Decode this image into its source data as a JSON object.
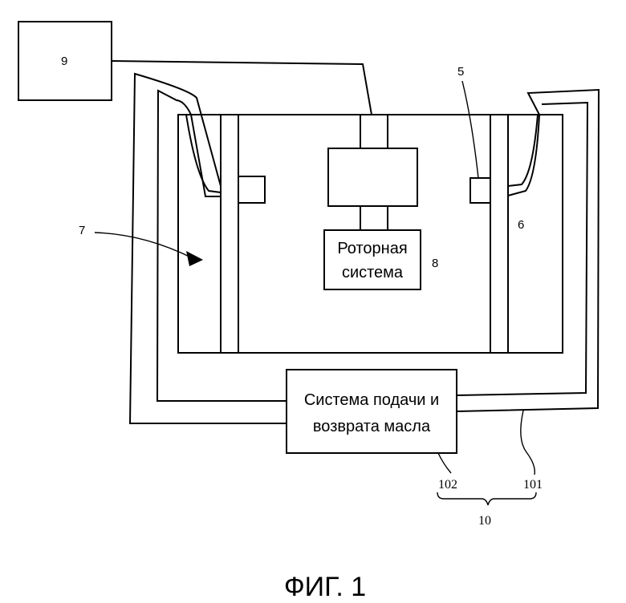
{
  "diagram": {
    "labels": {
      "control_unit": "9",
      "bearing_sleeve": "5",
      "oil_passage": "6",
      "oil_chamber": "7",
      "rotor_ref": "8",
      "return_pipe": "101",
      "supply_pipe": "102",
      "oil_assembly": "10"
    },
    "rotor_system": {
      "line1": "Роторная",
      "line2": "система"
    },
    "oil_system": {
      "line1": "Система подачи и",
      "line2": "возврата масла"
    },
    "figure_caption": "ФИГ. 1"
  }
}
